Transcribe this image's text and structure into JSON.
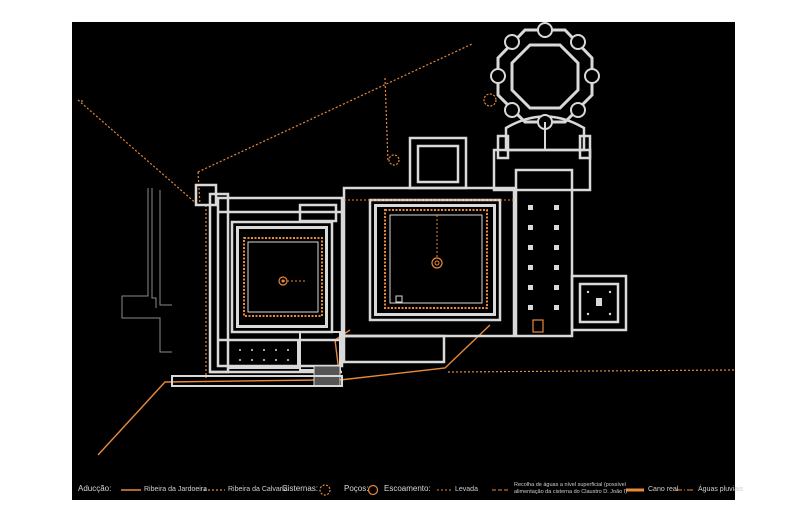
{
  "colors": {
    "background": "#000000",
    "walls": "#d9d9d9",
    "adduction": "#e8893a",
    "cisterns": "#e8893a"
  },
  "legend": {
    "adduccao": "Aducção:",
    "ribeira_jardoeira": "Ribeira da Jardoeira",
    "ribeira_calvaria": "Ribeira da Calvaria",
    "cisternas": "Cisternas:",
    "pocos": "Poços:",
    "escoamento": "Escoamento:",
    "levada": "Levada",
    "recolha_line1": "Recolha de águas a nível superficial  (possível",
    "recolha_line2": "alimentação da cisterna do Claustro D. João I)",
    "cano_real": "Cano real",
    "aguas_pluviais": "Águas pluviais"
  }
}
